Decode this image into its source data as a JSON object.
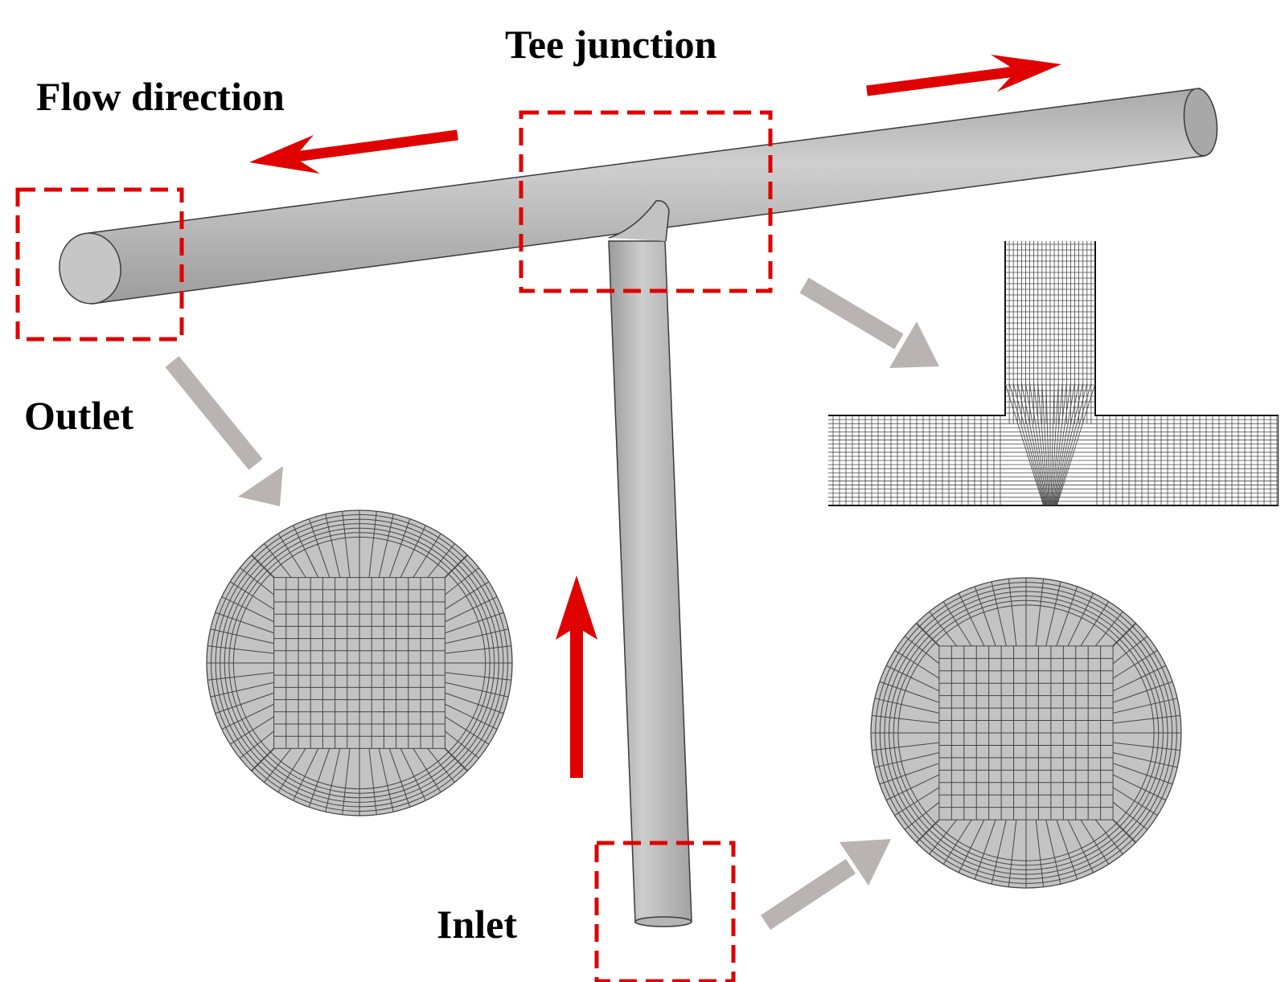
{
  "labels": {
    "tee_junction": "Tee junction",
    "flow_direction": "Flow direction",
    "outlet": "Outlet",
    "inlet": "Inlet"
  },
  "colors": {
    "pipe_fill": "#bdbdbd",
    "pipe_edge": "#3a3a3a",
    "pipe_end": "#c6c6c6",
    "flow_arrow": "#e00000",
    "callout_box": "#e00000",
    "pointer_arrow": "#b9b4b2",
    "mesh_fill": "#c3c3c3",
    "mesh_line": "#444444"
  }
}
